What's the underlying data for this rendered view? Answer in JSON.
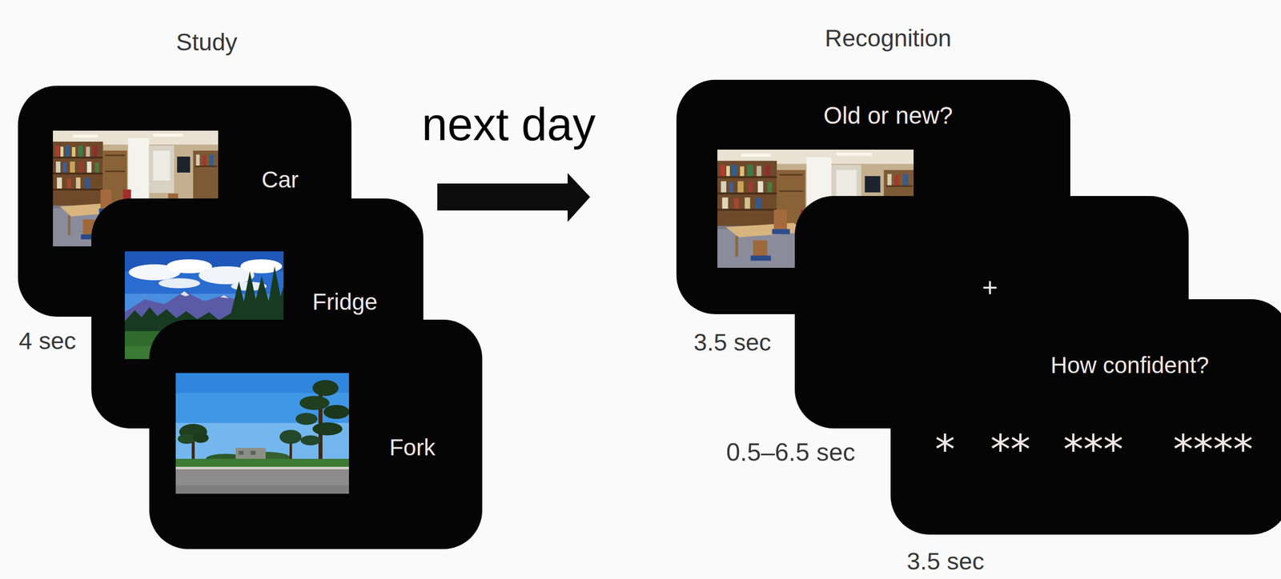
{
  "diagram": {
    "nodes": [
      {
        "text": [
          "Car"
        ]
      },
      {
        "text": [
          "Fridge"
        ]
      },
      {
        "text": [
          "Fork"
        ]
      },
      {
        "text": [
          "Old or new?"
        ]
      },
      {
        "text": [
          "+"
        ]
      },
      {
        "text": [
          "How confident?",
          "*",
          "**",
          "***",
          "****"
        ]
      }
    ],
    "labels": [
      "Study",
      "next day",
      "4 sec",
      "Recognition",
      "3.5 sec",
      "0.5–6.5 sec",
      "3.5 sec"
    ]
  }
}
